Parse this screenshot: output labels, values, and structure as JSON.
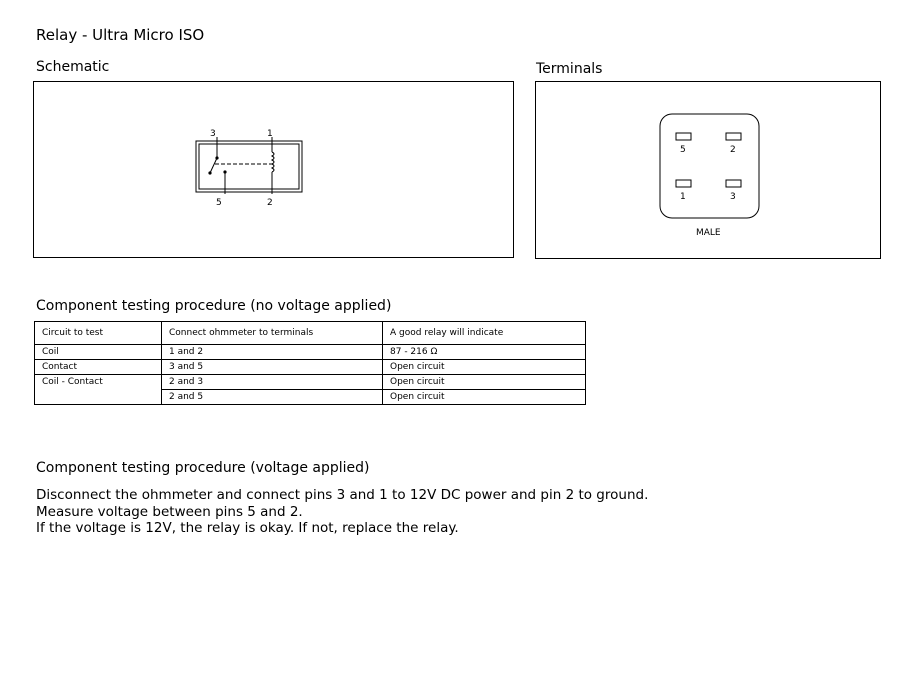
{
  "title": "Relay - Ultra Micro ISO",
  "schematic": {
    "label": "Schematic",
    "pins": {
      "p3": "3",
      "p1": "1",
      "p5": "5",
      "p2": "2"
    }
  },
  "terminals": {
    "label": "Terminals",
    "pins": {
      "p5": "5",
      "p2": "2",
      "p1": "1",
      "p3": "3"
    },
    "caption": "MALE"
  },
  "no_voltage": {
    "heading": "Component testing procedure (no voltage applied)",
    "headers": [
      "Circuit to test",
      "Connect ohmmeter to terminals",
      "A good relay will indicate"
    ],
    "rows": [
      [
        "Coil",
        "1 and 2",
        "87 - 216 Ω"
      ],
      [
        "Contact",
        "3 and 5",
        "Open circuit"
      ],
      [
        "Coil - Contact",
        "2 and 3",
        "Open circuit"
      ],
      [
        "",
        "2 and 5",
        "Open circuit"
      ]
    ]
  },
  "voltage": {
    "heading": "Component testing procedure (voltage applied)",
    "lines": [
      "Disconnect the ohmmeter and connect pins 3 and 1 to 12V DC power and pin 2 to ground.",
      "Measure voltage between pins 5 and 2.",
      "If the voltage is 12V, the relay is okay. If not, replace the relay."
    ]
  }
}
